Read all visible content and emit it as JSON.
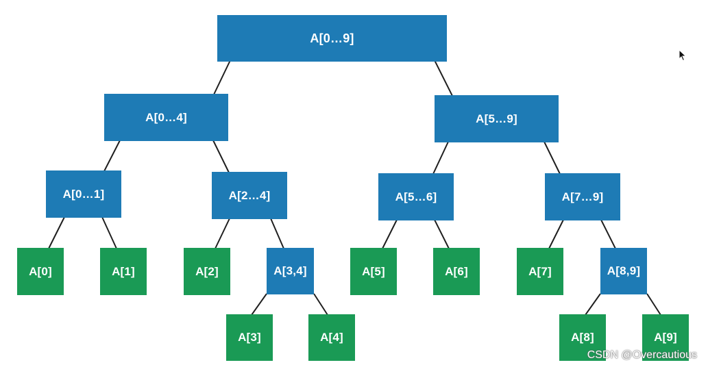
{
  "tree": {
    "root": "A[0…9]",
    "l1": [
      "A[0…4]",
      "A[5…9]"
    ],
    "l2": [
      "A[0…1]",
      "A[2…4]",
      "A[5…6]",
      "A[7…9]"
    ],
    "l3": [
      "A[0]",
      "A[1]",
      "A[2]",
      "A[3,4]",
      "A[5]",
      "A[6]",
      "A[7]",
      "A[8,9]"
    ],
    "l4": [
      "A[3]",
      "A[4]",
      "A[8]",
      "A[9]"
    ]
  },
  "colors": {
    "internal": "#1e7bb5",
    "leaf": "#1a9a55",
    "edge": "#1f1f1f"
  },
  "watermark": "CSDN @Overcautious"
}
